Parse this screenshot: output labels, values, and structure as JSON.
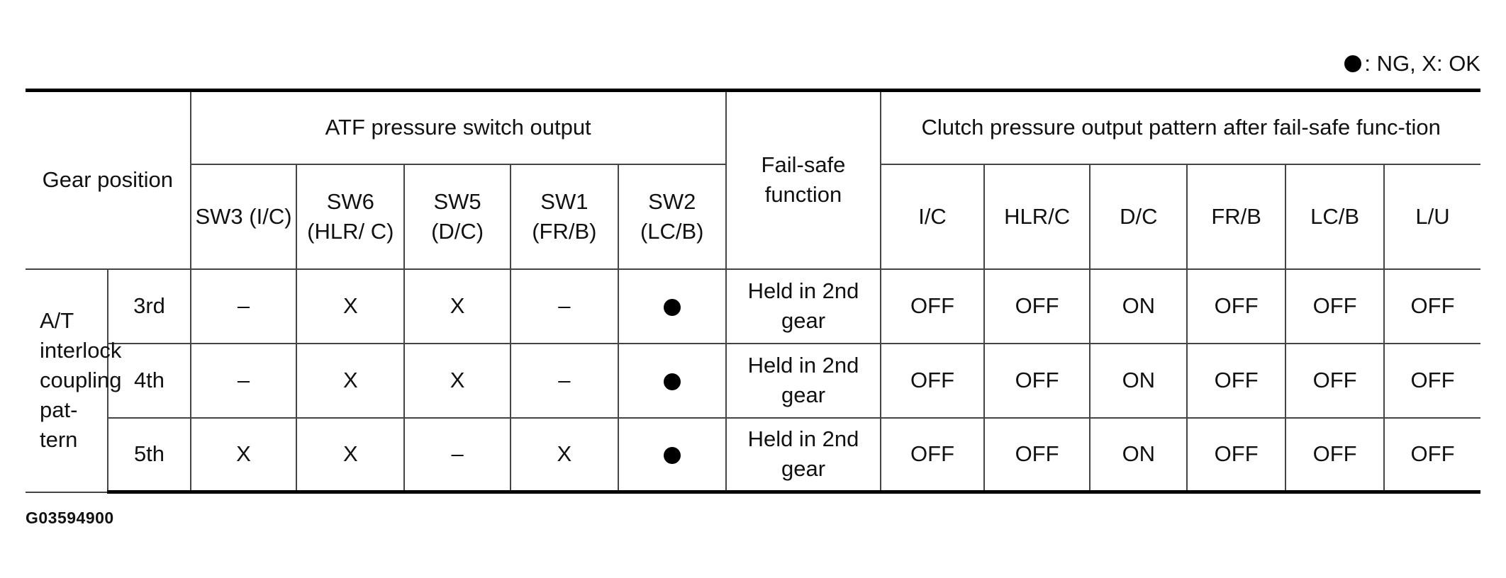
{
  "legend": {
    "text": ": NG, X: OK"
  },
  "header": {
    "gear_position": "Gear position",
    "atf_group": "ATF pressure switch output",
    "failsafe": "Fail-safe function",
    "clutch_group": "Clutch pressure output pattern after fail-safe func-tion",
    "switches": [
      "SW3 (I/C)",
      "SW6 (HLR/ C)",
      "SW5 (D/C)",
      "SW1 (FR/B)",
      "SW2 (LC/B)"
    ],
    "clutches": [
      "I/C",
      "HLR/C",
      "D/C",
      "FR/B",
      "LC/B",
      "L/U"
    ]
  },
  "group_label": "A/T interlock coupling pat-tern",
  "rows": [
    {
      "gear": "3rd",
      "switches": [
        "–",
        "X",
        "X",
        "–",
        "●"
      ],
      "failsafe": "Held in 2nd gear",
      "clutches": [
        "OFF",
        "OFF",
        "ON",
        "OFF",
        "OFF",
        "OFF"
      ]
    },
    {
      "gear": "4th",
      "switches": [
        "–",
        "X",
        "X",
        "–",
        "●"
      ],
      "failsafe": "Held in 2nd gear",
      "clutches": [
        "OFF",
        "OFF",
        "ON",
        "OFF",
        "OFF",
        "OFF"
      ]
    },
    {
      "gear": "5th",
      "switches": [
        "X",
        "X",
        "–",
        "X",
        "●"
      ],
      "failsafe": "Held in 2nd gear",
      "clutches": [
        "OFF",
        "OFF",
        "ON",
        "OFF",
        "OFF",
        "OFF"
      ]
    }
  ],
  "figure_id": "G03594900"
}
